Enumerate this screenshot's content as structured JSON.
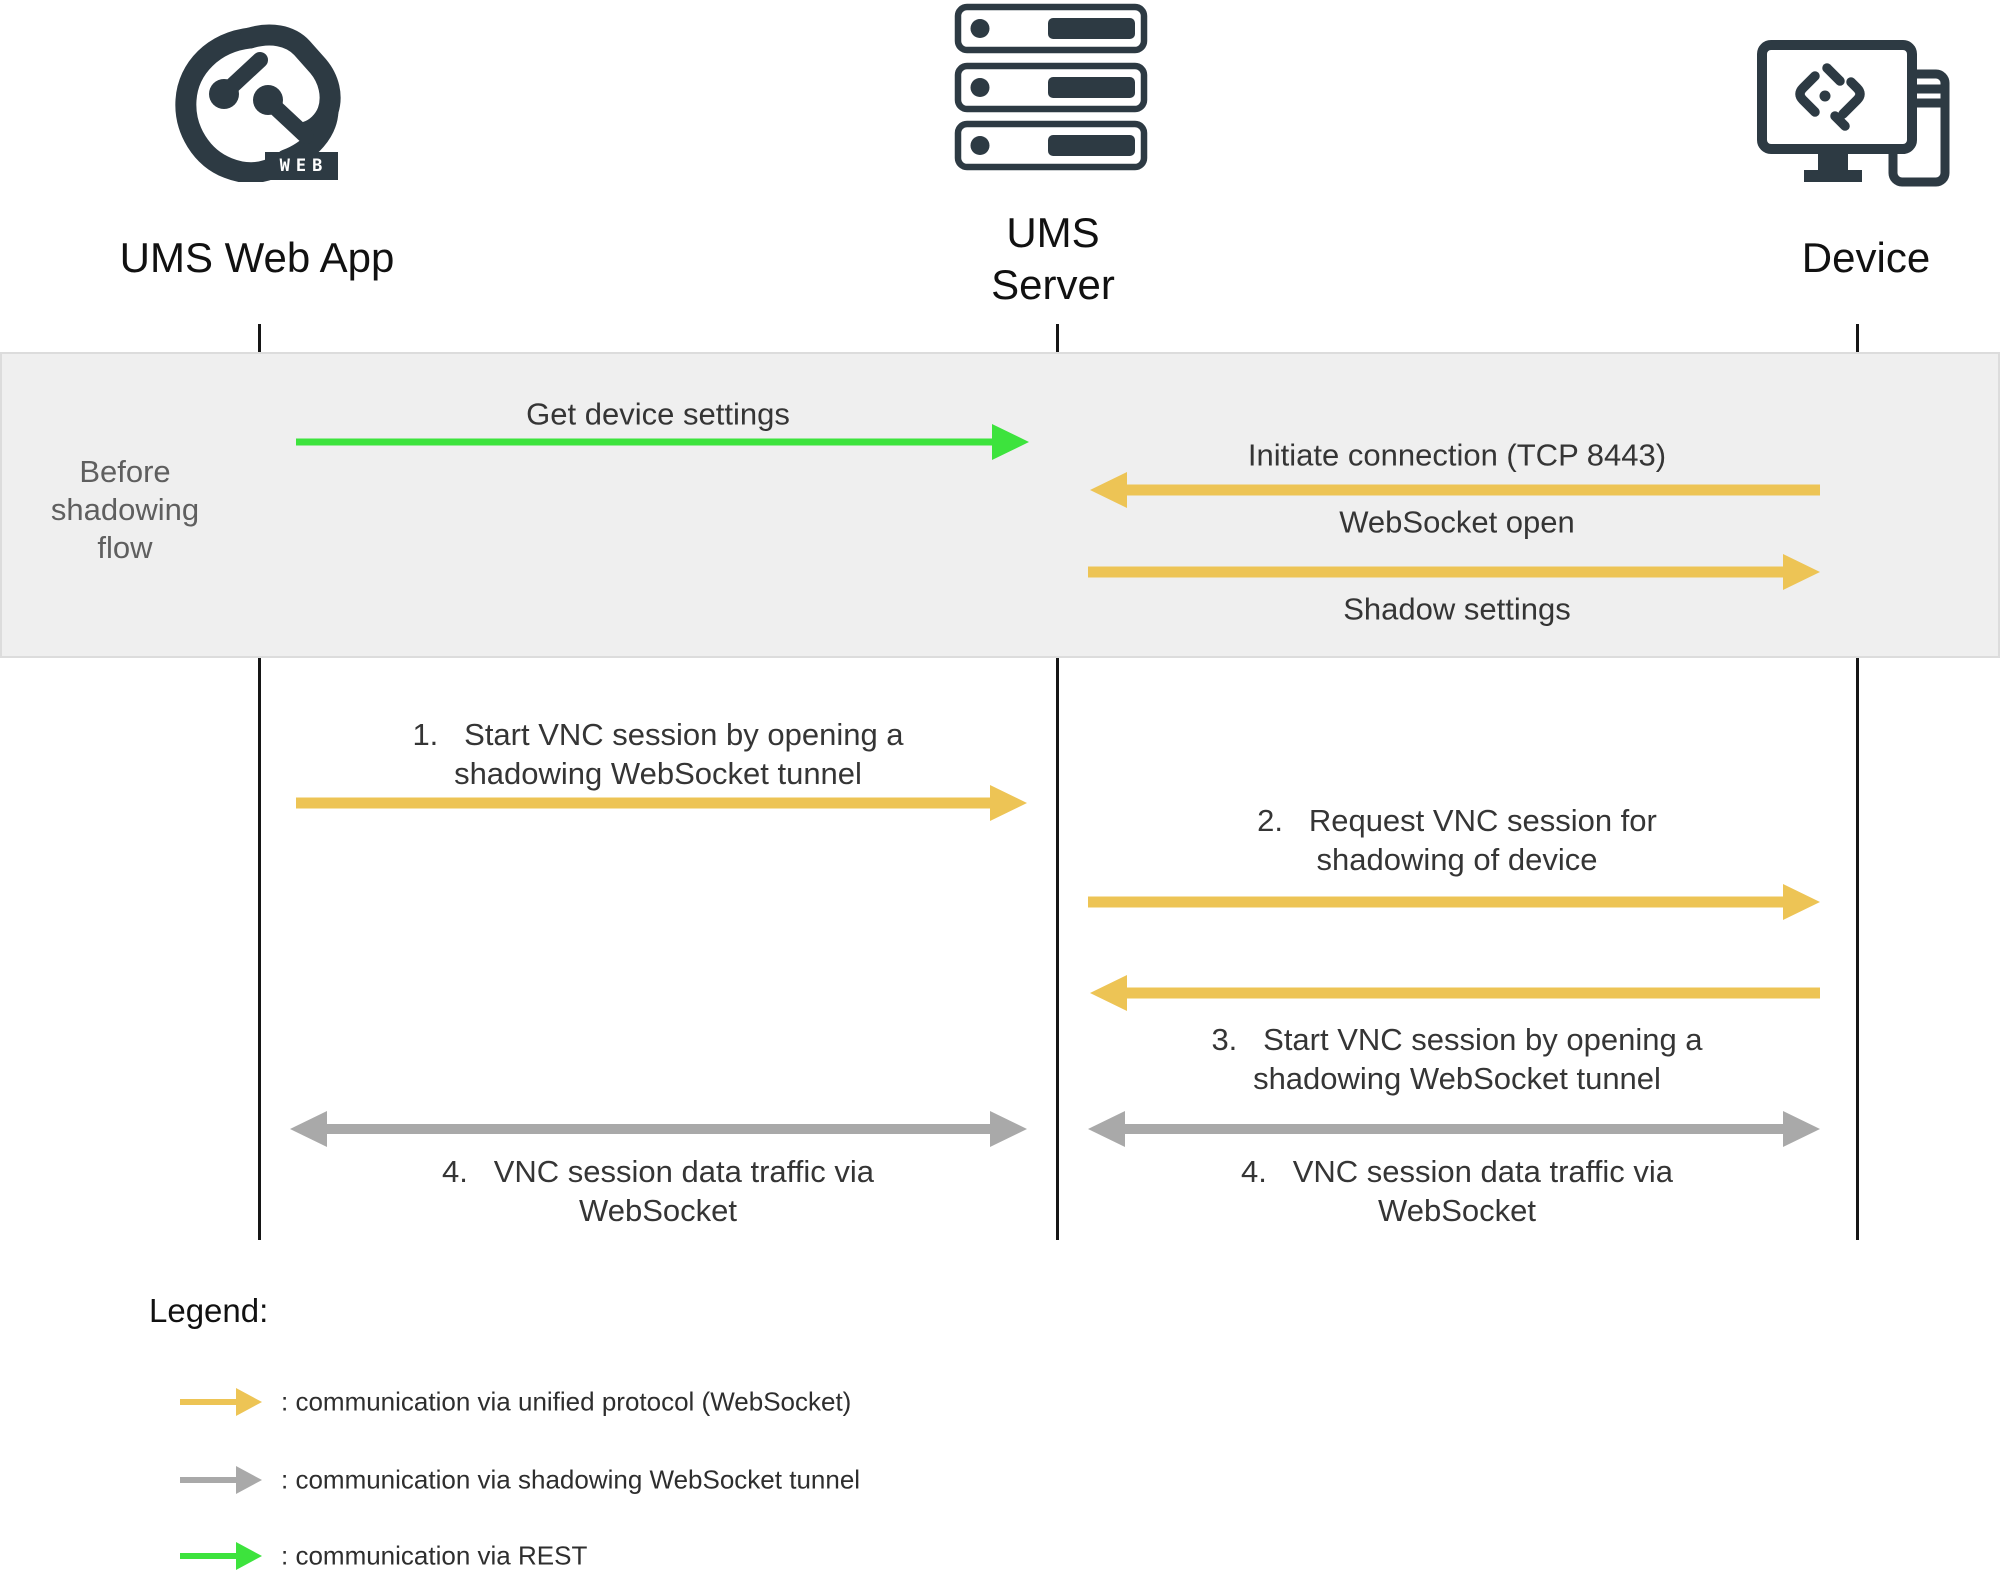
{
  "diagram": {
    "actors": {
      "webapp": {
        "label": "UMS Web App",
        "badge": "WEB"
      },
      "server": {
        "label": "UMS\nServer"
      },
      "device": {
        "label": "Device"
      }
    },
    "pre_flow": {
      "section_label": "Before\nshadowing\nflow",
      "msg_get_settings": "Get device settings",
      "msg_initiate": "Initiate connection (TCP 8443)",
      "msg_ws_open": "WebSocket open",
      "msg_shadow_settings": "Shadow settings"
    },
    "flow": {
      "step1": "1.   Start VNC session by opening a\nshadowing WebSocket tunnel",
      "step2": "2.   Request VNC session for\nshadowing of device",
      "step3": "3.   Start VNC session by opening a\nshadowing WebSocket tunnel",
      "step4_left": "4.   VNC session data traffic via\nWebSocket",
      "step4_right": "4.   VNC session data traffic via\nWebSocket"
    },
    "legend": {
      "title": "Legend:",
      "items": [
        {
          "name": "unified-protocol",
          "label": ": communication via unified protocol (WebSocket)",
          "color": "#edc455"
        },
        {
          "name": "shadowing-tunnel",
          "label": ": communication via shadowing WebSocket tunnel",
          "color": "#a9a9a9"
        },
        {
          "name": "rest",
          "label": ": communication via REST",
          "color": "#3de33d"
        }
      ]
    },
    "colors": {
      "unified_protocol": "#edc455",
      "shadowing_tunnel": "#a9a9a9",
      "rest": "#3de33d",
      "icon_dark": "#2d3a43",
      "band_bg": "#efefef"
    }
  }
}
